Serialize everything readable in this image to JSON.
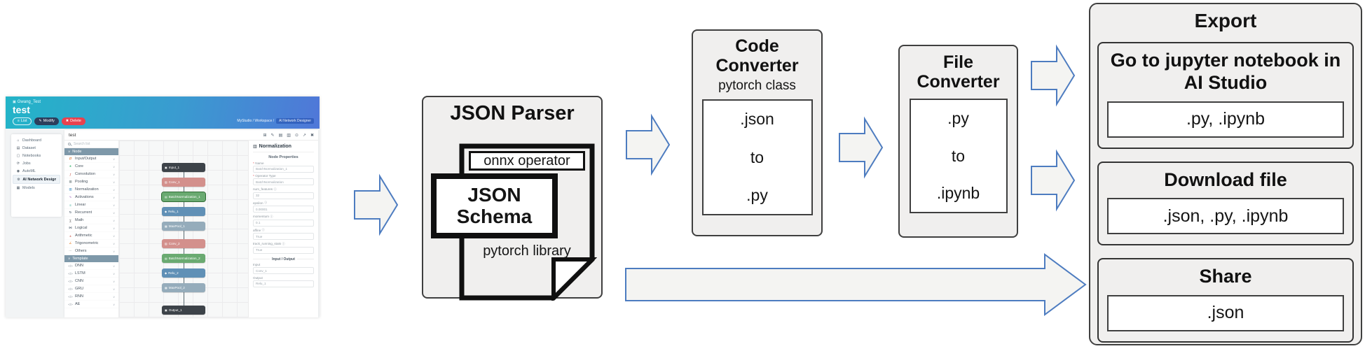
{
  "app": {
    "header": {
      "icon": "▣",
      "project": "Gwang_Test",
      "title": "test",
      "buttons": [
        {
          "name": "list-button",
          "glyph": "≡",
          "label": "List"
        },
        {
          "name": "modify-button",
          "glyph": "✎",
          "label": "Modify"
        },
        {
          "name": "delete-button",
          "glyph": "✖",
          "label": "Delete"
        }
      ],
      "breadcrumb": {
        "path": "MyStudio / Workspace /",
        "current": "AI Network Designer"
      }
    },
    "sidebar": {
      "items": [
        {
          "label": "Dashboard",
          "glyph": "⌂",
          "active": false
        },
        {
          "label": "Dataset",
          "glyph": "▤",
          "active": false
        },
        {
          "label": "Notebooks",
          "glyph": "▢",
          "active": false
        },
        {
          "label": "Jobs",
          "glyph": "⟳",
          "active": false
        },
        {
          "label": "AutoML",
          "glyph": "◉",
          "active": false
        },
        {
          "label": "AI Network Designer",
          "glyph": "⚙",
          "active": true
        },
        {
          "label": "Models",
          "glyph": "▦",
          "active": false
        }
      ]
    },
    "workspace_title": "test",
    "toolbar_icons": [
      {
        "name": "grid-icon",
        "glyph": "⊞"
      },
      {
        "name": "edit-icon",
        "glyph": "✎"
      },
      {
        "name": "file-icon",
        "glyph": "▤"
      },
      {
        "name": "copy-icon",
        "glyph": "▥"
      },
      {
        "name": "link-icon",
        "glyph": "⊙"
      },
      {
        "name": "export-icon",
        "glyph": "↗"
      },
      {
        "name": "close-icon",
        "glyph": "✖"
      }
    ],
    "palette": {
      "search_placeholder": "Search list",
      "sections": [
        {
          "label": "Node",
          "items": [
            {
              "label": "Input/Output",
              "glyph": "⇄",
              "color": "#d35400"
            },
            {
              "label": "Core",
              "glyph": "∗",
              "color": "#27ae60"
            },
            {
              "label": "Convolution",
              "glyph": "ƒ",
              "color": "#c0392b"
            },
            {
              "label": "Pooling",
              "glyph": "▦",
              "color": "#7f8c8d"
            },
            {
              "label": "Normalization",
              "glyph": "▥",
              "color": "#2980b9"
            },
            {
              "label": "Activations",
              "glyph": "∿",
              "color": "#8e44ad"
            },
            {
              "label": "Linear",
              "glyph": "≡",
              "color": "#16a085"
            },
            {
              "label": "Recurrent",
              "glyph": "↻",
              "color": "#2c3e50"
            },
            {
              "label": "Math",
              "glyph": "∑",
              "color": "#555555"
            },
            {
              "label": "Logical",
              "glyph": "⋈",
              "color": "#2c3e50"
            },
            {
              "label": "Arithmetic",
              "glyph": "±",
              "color": "#c0392b"
            },
            {
              "label": "Trigonometric",
              "glyph": "∠",
              "color": "#e67e22"
            },
            {
              "label": "Others",
              "glyph": "⋯",
              "color": "#7f8c8d"
            }
          ]
        },
        {
          "label": "Template",
          "items": [
            {
              "label": "DNN",
              "glyph": "</>",
              "color": "#8c969e"
            },
            {
              "label": "LSTM",
              "glyph": "</>",
              "color": "#8c969e"
            },
            {
              "label": "CNN",
              "glyph": "</>",
              "color": "#8c969e"
            },
            {
              "label": "GRU",
              "glyph": "</>",
              "color": "#8c969e"
            },
            {
              "label": "RNN",
              "glyph": "</>",
              "color": "#8c969e"
            },
            {
              "label": "AE",
              "glyph": "</>",
              "color": "#8c969e"
            }
          ]
        }
      ]
    },
    "canvas": {
      "nodes": [
        {
          "label": "Input_1",
          "type": "input",
          "glyph": "▣",
          "selected": false
        },
        {
          "label": "Conv_1",
          "type": "conv",
          "glyph": "▨",
          "selected": false
        },
        {
          "label": "BatchNormalization_1",
          "type": "batchnorm",
          "glyph": "▤",
          "selected": true
        },
        {
          "label": "Relu_1",
          "type": "relu",
          "glyph": "◆",
          "selected": false
        },
        {
          "label": "MaxPool_1",
          "type": "maxpool",
          "glyph": "▦",
          "selected": false
        },
        {
          "label": "Conv_2",
          "type": "conv",
          "glyph": "▨",
          "selected": false
        },
        {
          "label": "BatchNormalization_2",
          "type": "batchnorm",
          "glyph": "▤",
          "selected": false
        },
        {
          "label": "Relu_2",
          "type": "relu",
          "glyph": "◆",
          "selected": false
        },
        {
          "label": "MaxPool_2",
          "type": "maxpool",
          "glyph": "▦",
          "selected": false
        },
        {
          "label": "Output_1",
          "type": "output",
          "glyph": "▣",
          "selected": false
        }
      ]
    },
    "properties": {
      "title_icon": "▥",
      "panel_title": "Normalization",
      "section_title": "Node Properties",
      "fields": [
        {
          "label": "Name",
          "required": true,
          "info": false,
          "value": "BatchNormalization_1"
        },
        {
          "label": "Operator Type",
          "required": true,
          "info": false,
          "value": "BatchNormalization"
        },
        {
          "label": "num_features",
          "required": false,
          "info": true,
          "value": "32"
        },
        {
          "label": "epsilon",
          "required": false,
          "info": true,
          "value": "0.00001"
        },
        {
          "label": "momentum",
          "required": false,
          "info": true,
          "value": "0.1"
        },
        {
          "label": "affine",
          "required": false,
          "info": true,
          "value": "True"
        },
        {
          "label": "track_running_stats",
          "required": false,
          "info": true,
          "value": "True"
        }
      ],
      "io_title": "Input / Output",
      "io_fields": [
        {
          "label": "Input",
          "value": "Conv_1"
        },
        {
          "label": "Output",
          "value": "Relu_1"
        }
      ]
    }
  },
  "parser": {
    "title": "JSON Parser",
    "top_label": "onnx operator",
    "schema_label": "JSON Schema",
    "bottom_label": "pytorch library"
  },
  "code_converter": {
    "title": "Code Converter",
    "subtitle": "pytorch class",
    "lines": [
      ".json",
      "to",
      ".py"
    ]
  },
  "file_converter": {
    "title": "File Converter",
    "lines": [
      ".py",
      "to",
      ".ipynb"
    ]
  },
  "export": {
    "title": "Export",
    "options": [
      {
        "title": "Go to jupyter notebook in AI Studio",
        "formats": ".py, .ipynb"
      },
      {
        "title": "Download file",
        "formats": ".json, .py, .ipynb"
      },
      {
        "title": "Share",
        "formats": ".json"
      }
    ]
  },
  "colors": {
    "box_fill": "#f0efee",
    "box_border": "#3f3f3f",
    "arrow_stroke": "#4d7cc0",
    "header_gradient_start": "#23b4c8",
    "header_gradient_end": "#5077d8",
    "button_modify": "#2c3e5c",
    "button_delete": "#e8414e",
    "palette_header": "#7e98a9",
    "node_input_output": "#3d4349",
    "node_conv": "#d3908c",
    "node_batchnorm": "#6aaa71",
    "node_relu": "#6090b6",
    "node_maxpool": "#95acbb"
  }
}
